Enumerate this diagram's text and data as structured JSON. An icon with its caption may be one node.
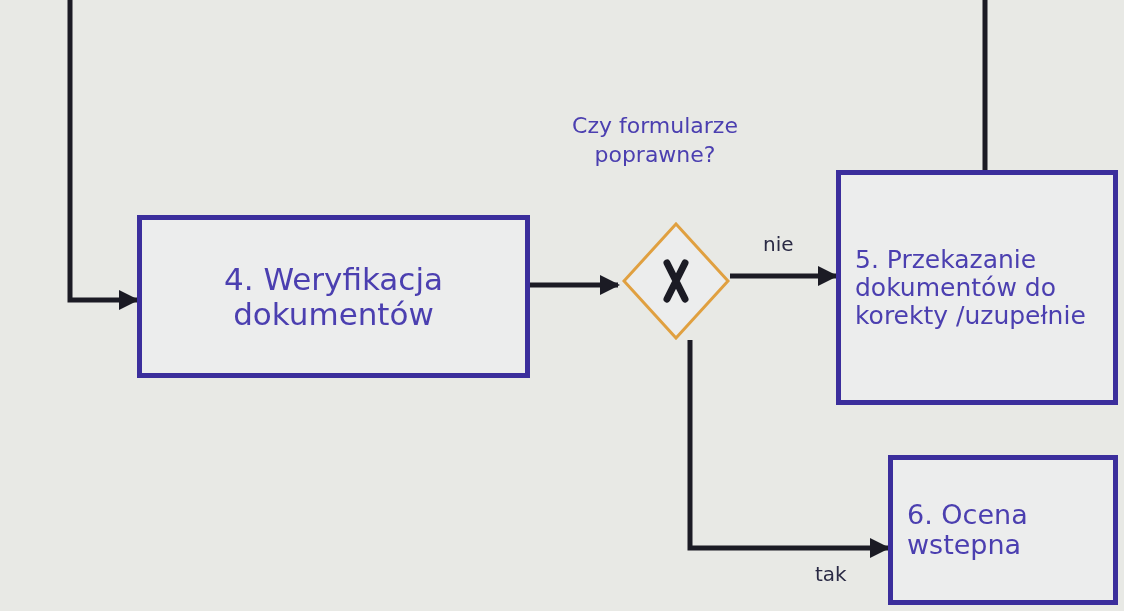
{
  "diagram": {
    "nodes": [
      {
        "text": [
          "4. Weryfikacja dokumentów"
        ]
      },
      {
        "text": [],
        "shape": "diamond",
        "beside": [
          "Czy formularze poprawne?"
        ]
      },
      {
        "text": [
          "5. Przekazanie dokumentów do korekty /uzupełnie"
        ]
      },
      {
        "text": [
          "6. Ocena wstepna"
        ]
      }
    ],
    "edges": [
      {
        "from": null,
        "to": 0,
        "arrow": "to"
      },
      {
        "from": 2,
        "to": null,
        "arrow": "none"
      },
      {
        "from": 0,
        "to": 1,
        "arrow": "to"
      },
      {
        "from": 1,
        "to": 2,
        "arrow": "to",
        "label": "nie"
      },
      {
        "from": 1,
        "to": 3,
        "arrow": "to",
        "label": "tak"
      }
    ]
  }
}
